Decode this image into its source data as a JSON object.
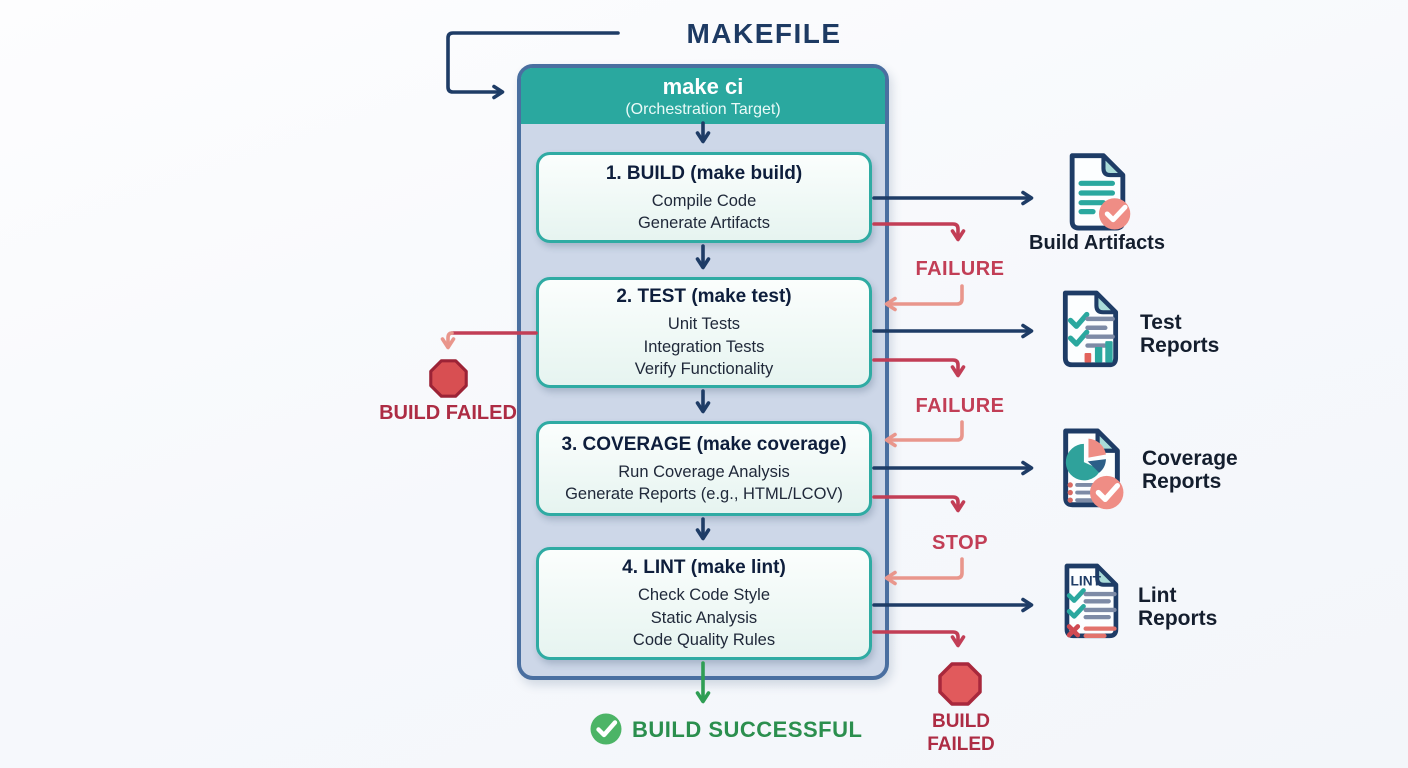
{
  "page": {
    "title": "MAKEFILE"
  },
  "orchestrator": {
    "command": "make ci",
    "subtitle": "(Orchestration Target)"
  },
  "stages": [
    {
      "title": "1. BUILD (make build)",
      "lines": [
        "Compile Code",
        "Generate Artifacts"
      ],
      "failure_label": "FAILURE",
      "output": {
        "icon": "document-check-icon",
        "label_lines": [
          "Build Artifacts"
        ]
      }
    },
    {
      "title": "2. TEST (make test)",
      "lines": [
        "Unit Tests",
        "Integration Tests",
        "Verify Functionality"
      ],
      "failure_label": "FAILURE",
      "output": {
        "icon": "document-test-chart-icon",
        "label_lines": [
          "Test",
          "Reports"
        ]
      }
    },
    {
      "title": "3. COVERAGE (make coverage)",
      "lines": [
        "Run Coverage Analysis",
        "Generate Reports (e.g., HTML/LCOV)"
      ],
      "failure_label": "STOP",
      "output": {
        "icon": "document-pie-check-icon",
        "label_lines": [
          "Coverage",
          "Reports"
        ]
      }
    },
    {
      "title": "4. LINT (make lint)",
      "lines": [
        "Check Code Style",
        "Static Analysis",
        "Code Quality Rules"
      ],
      "output": {
        "icon": "document-lint-icon",
        "label_lines": [
          "Lint",
          "Reports"
        ],
        "doc_label": "LINT"
      }
    }
  ],
  "terminals": {
    "build_failed_left": "BUILD FAILED",
    "build_failed_bottom": [
      "BUILD",
      "FAILED"
    ],
    "success": "BUILD SUCCESSFUL"
  },
  "colors": {
    "teal": "#2aa89f",
    "navy": "#1e3c66",
    "container_fill": "#cdd7e8",
    "container_border": "#4a6fa0",
    "crimson": "#c23e56",
    "salmon": "#e9968c",
    "green": "#2f9e54",
    "octagon_fill": "#e15a5c",
    "octagon_border": "#a8283c"
  }
}
